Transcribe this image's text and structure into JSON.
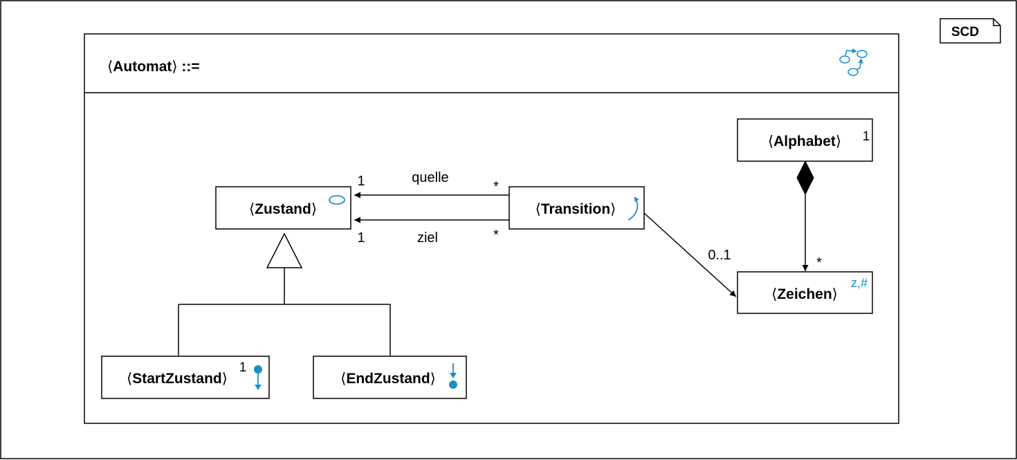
{
  "badge": "SCD",
  "frame": {
    "lhs": "Automat",
    "operator": "::="
  },
  "nodes": {
    "zustand": {
      "name": "Zustand"
    },
    "transition": {
      "name": "Transition"
    },
    "alphabet": {
      "name": "Alphabet",
      "multiplicity": "1"
    },
    "zeichen": {
      "name": "Zeichen",
      "marker": "z,#"
    },
    "startzustand": {
      "name": "StartZustand",
      "multiplicity": "1"
    },
    "endzustand": {
      "name": "EndZustand"
    }
  },
  "edges": {
    "quelle": {
      "label": "quelle",
      "source_mult": "*",
      "target_mult": "1"
    },
    "ziel": {
      "label": "ziel",
      "source_mult": "*",
      "target_mult": "1"
    },
    "transition_zeichen": {
      "target_mult": "0..1"
    },
    "alphabet_zeichen": {
      "target_mult": "*"
    }
  },
  "brackets": {
    "open": "⟨",
    "close": "⟩"
  },
  "colors": {
    "accent": "#1a8fc4",
    "line": "#000000",
    "background": "#ffffff"
  }
}
